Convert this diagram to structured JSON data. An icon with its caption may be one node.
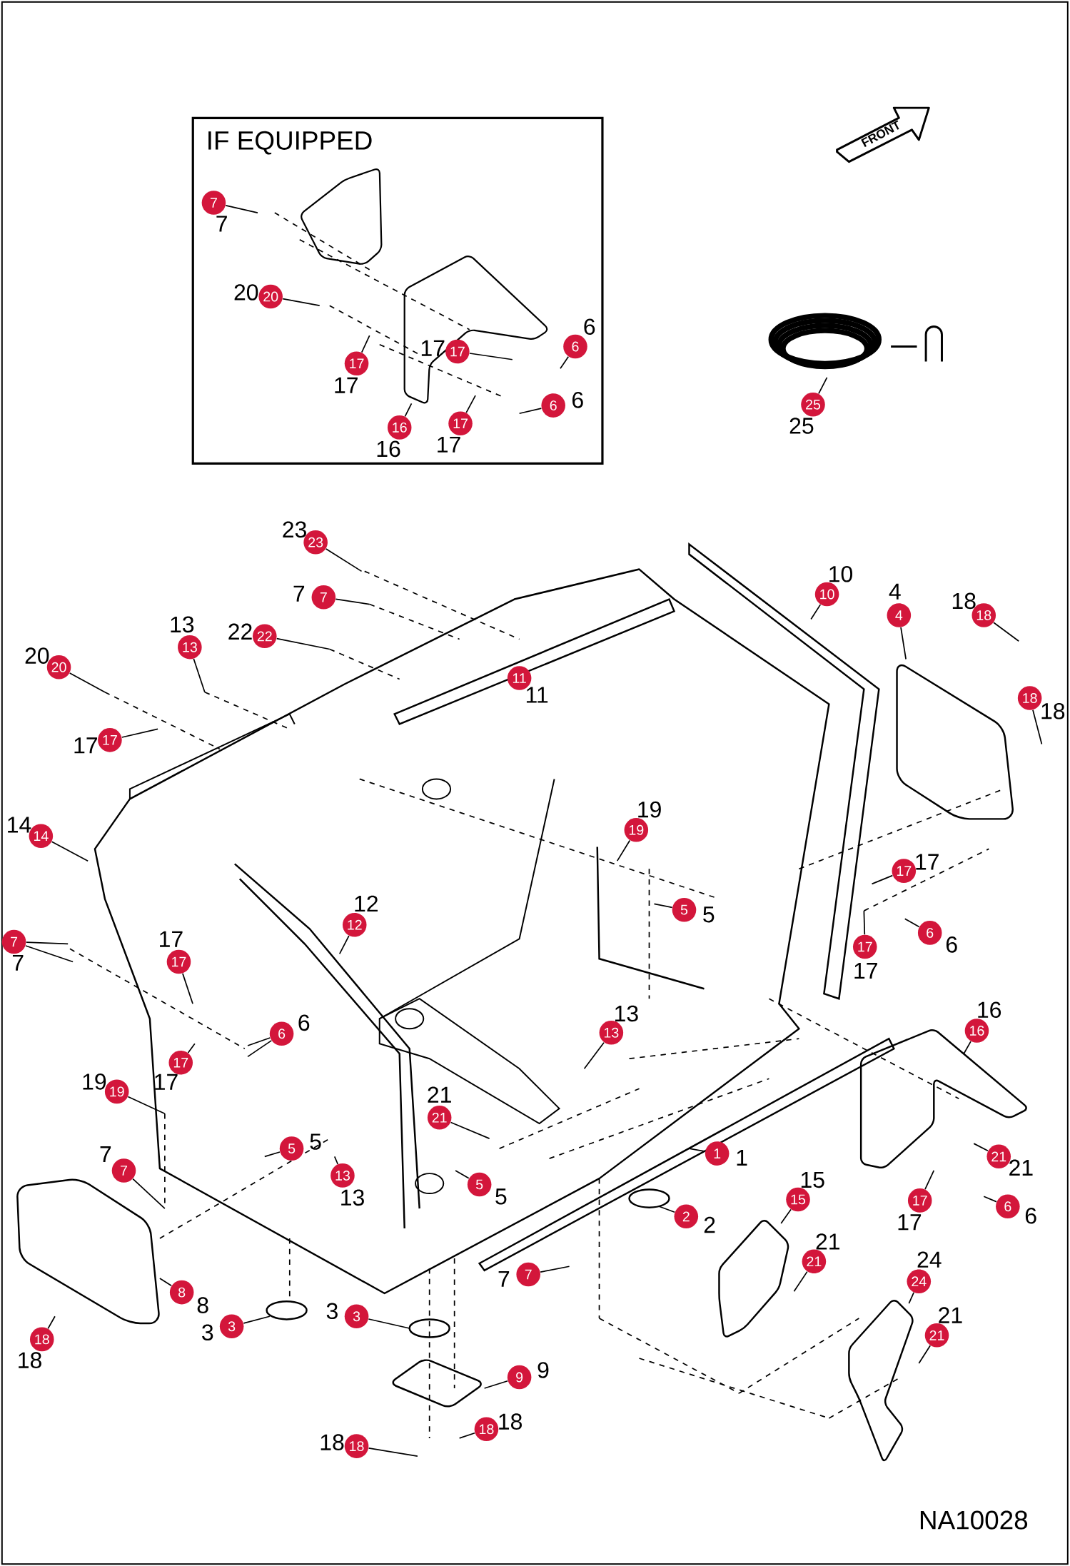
{
  "diagram": {
    "nodes": [
      {
        "text": [
          "IF EQUIPPED"
        ]
      },
      {
        "text": [
          "7"
        ],
        "beside": [
          "7"
        ],
        "in": 0
      },
      {
        "text": [
          "20"
        ],
        "beside": [
          "20"
        ],
        "in": 0
      },
      {
        "text": [
          "17"
        ],
        "beside": [
          "17"
        ],
        "in": 0
      },
      {
        "text": [
          "17"
        ],
        "beside": [
          "17"
        ],
        "in": 0
      },
      {
        "text": [
          "6"
        ],
        "beside": [
          "6"
        ],
        "in": 0
      },
      {
        "text": [
          "16"
        ],
        "beside": [
          "16"
        ],
        "in": 0
      },
      {
        "text": [
          "17"
        ],
        "beside": [
          "17"
        ],
        "in": 0
      },
      {
        "text": [
          "6"
        ],
        "beside": [
          "6"
        ],
        "in": 0
      },
      {
        "text": [
          "25"
        ],
        "beside": [
          "25"
        ]
      },
      {
        "text": [
          "23"
        ],
        "beside": [
          "23"
        ]
      },
      {
        "text": [
          "7"
        ],
        "beside": [
          "7"
        ]
      },
      {
        "text": [
          "22"
        ],
        "beside": [
          "22"
        ]
      },
      {
        "text": [
          "13"
        ],
        "beside": [
          "13"
        ]
      },
      {
        "text": [
          "20"
        ],
        "beside": [
          "20"
        ]
      },
      {
        "text": [
          "11"
        ],
        "beside": [
          "11"
        ]
      },
      {
        "text": [
          "10"
        ],
        "beside": [
          "10"
        ]
      },
      {
        "text": [
          "4"
        ],
        "beside": [
          "4"
        ]
      },
      {
        "text": [
          "18"
        ],
        "beside": [
          "18"
        ]
      },
      {
        "text": [
          "18"
        ],
        "beside": [
          "18"
        ]
      },
      {
        "text": [
          "17"
        ],
        "beside": [
          "17"
        ]
      },
      {
        "text": [
          "14"
        ],
        "beside": [
          "14"
        ]
      },
      {
        "text": [
          "19"
        ],
        "beside": [
          "19"
        ]
      },
      {
        "text": [
          "7"
        ],
        "beside": [
          "7"
        ]
      },
      {
        "text": [
          "12"
        ],
        "beside": [
          "12"
        ]
      },
      {
        "text": [
          "17"
        ],
        "beside": [
          "17"
        ]
      },
      {
        "text": [
          "17"
        ],
        "beside": [
          "17"
        ]
      },
      {
        "text": [
          "5"
        ],
        "beside": [
          "5"
        ]
      },
      {
        "text": [
          "6"
        ],
        "beside": [
          "6"
        ]
      },
      {
        "text": [
          "17"
        ],
        "beside": [
          "17"
        ]
      },
      {
        "text": [
          "16"
        ],
        "beside": [
          "16"
        ]
      },
      {
        "text": [
          "6"
        ],
        "beside": [
          "6"
        ]
      },
      {
        "text": [
          "13"
        ],
        "beside": [
          "13"
        ]
      },
      {
        "text": [
          "17"
        ],
        "beside": [
          "17"
        ]
      },
      {
        "text": [
          "19"
        ],
        "beside": [
          "19"
        ]
      },
      {
        "text": [
          "21"
        ],
        "beside": [
          "21"
        ]
      },
      {
        "text": [
          "5"
        ],
        "beside": [
          "5"
        ]
      },
      {
        "text": [
          "1"
        ],
        "beside": [
          "1"
        ]
      },
      {
        "text": [
          "21"
        ],
        "beside": [
          "21"
        ]
      },
      {
        "text": [
          "13"
        ],
        "beside": [
          "13"
        ]
      },
      {
        "text": [
          "7"
        ],
        "beside": [
          "7"
        ]
      },
      {
        "text": [
          "5"
        ],
        "beside": [
          "5"
        ]
      },
      {
        "text": [
          "15"
        ],
        "beside": [
          "15"
        ]
      },
      {
        "text": [
          "2"
        ],
        "beside": [
          "2"
        ]
      },
      {
        "text": [
          "17"
        ],
        "beside": [
          "17"
        ]
      },
      {
        "text": [
          "6"
        ],
        "beside": [
          "6"
        ]
      },
      {
        "text": [
          "21"
        ],
        "beside": [
          "21"
        ]
      },
      {
        "text": [
          "7"
        ],
        "beside": [
          "7"
        ]
      },
      {
        "text": [
          "8"
        ],
        "beside": [
          "8"
        ]
      },
      {
        "text": [
          "24"
        ],
        "beside": [
          "24"
        ]
      },
      {
        "text": [
          "3"
        ],
        "beside": [
          "3"
        ]
      },
      {
        "text": [
          "3"
        ],
        "beside": [
          "3"
        ]
      },
      {
        "text": [
          "21"
        ],
        "beside": [
          "21"
        ]
      },
      {
        "text": [
          "18"
        ],
        "beside": [
          "18"
        ]
      },
      {
        "text": [
          "9"
        ],
        "beside": [
          "9"
        ]
      },
      {
        "text": [
          "18"
        ],
        "beside": [
          "18"
        ]
      },
      {
        "text": [
          "18"
        ],
        "beside": [
          "18"
        ]
      }
    ],
    "edges": [
      {
        "from": 1,
        "to": null,
        "arrow": "none"
      },
      {
        "from": 2,
        "to": null,
        "arrow": "none"
      },
      {
        "from": 3,
        "to": null,
        "arrow": "none"
      },
      {
        "from": 4,
        "to": null,
        "arrow": "none"
      },
      {
        "from": 5,
        "to": null,
        "arrow": "none"
      },
      {
        "from": 6,
        "to": null,
        "arrow": "none"
      },
      {
        "from": 7,
        "to": null,
        "arrow": "none"
      },
      {
        "from": 8,
        "to": null,
        "arrow": "none"
      },
      {
        "from": 9,
        "to": null,
        "arrow": "none"
      },
      {
        "from": 10,
        "to": null,
        "arrow": "none"
      },
      {
        "from": 11,
        "to": null,
        "arrow": "none"
      },
      {
        "from": 12,
        "to": null,
        "arrow": "none"
      },
      {
        "from": 13,
        "to": null,
        "arrow": "none"
      },
      {
        "from": 14,
        "to": null,
        "arrow": "none"
      },
      {
        "from": 16,
        "to": null,
        "arrow": "none"
      },
      {
        "from": 17,
        "to": null,
        "arrow": "none"
      },
      {
        "from": 18,
        "to": null,
        "arrow": "none"
      },
      {
        "from": 19,
        "to": null,
        "arrow": "none"
      },
      {
        "from": 20,
        "to": null,
        "arrow": "none"
      },
      {
        "from": 21,
        "to": null,
        "arrow": "none"
      },
      {
        "from": 22,
        "to": null,
        "arrow": "none"
      },
      {
        "from": 23,
        "to": null,
        "arrow": "none"
      },
      {
        "from": 23,
        "to": null,
        "arrow": "none"
      },
      {
        "from": 24,
        "to": null,
        "arrow": "none"
      },
      {
        "from": 25,
        "to": null,
        "arrow": "none"
      },
      {
        "from": 26,
        "to": null,
        "arrow": "none"
      },
      {
        "from": 27,
        "to": null,
        "arrow": "none"
      },
      {
        "from": 28,
        "to": null,
        "arrow": "none"
      },
      {
        "from": 29,
        "to": null,
        "arrow": "none"
      },
      {
        "from": 30,
        "to": null,
        "arrow": "none"
      },
      {
        "from": 31,
        "to": null,
        "arrow": "none"
      },
      {
        "from": 31,
        "to": null,
        "arrow": "none"
      },
      {
        "from": 32,
        "to": null,
        "arrow": "none"
      },
      {
        "from": 33,
        "to": null,
        "arrow": "none"
      },
      {
        "from": 34,
        "to": null,
        "arrow": "none"
      },
      {
        "from": 35,
        "to": null,
        "arrow": "none"
      },
      {
        "from": 36,
        "to": null,
        "arrow": "none"
      },
      {
        "from": 37,
        "to": null,
        "arrow": "none"
      },
      {
        "from": 38,
        "to": null,
        "arrow": "none"
      },
      {
        "from": 39,
        "to": null,
        "arrow": "none"
      },
      {
        "from": 40,
        "to": null,
        "arrow": "none"
      },
      {
        "from": 41,
        "to": null,
        "arrow": "none"
      },
      {
        "from": 42,
        "to": null,
        "arrow": "none"
      },
      {
        "from": 43,
        "to": null,
        "arrow": "none"
      },
      {
        "from": 44,
        "to": null,
        "arrow": "none"
      },
      {
        "from": 45,
        "to": null,
        "arrow": "none"
      },
      {
        "from": 46,
        "to": null,
        "arrow": "none"
      },
      {
        "from": 47,
        "to": null,
        "arrow": "none"
      },
      {
        "from": 48,
        "to": null,
        "arrow": "none"
      },
      {
        "from": 49,
        "to": null,
        "arrow": "none"
      },
      {
        "from": 50,
        "to": null,
        "arrow": "none"
      },
      {
        "from": 51,
        "to": null,
        "arrow": "none"
      },
      {
        "from": 52,
        "to": null,
        "arrow": "none"
      },
      {
        "from": 53,
        "to": null,
        "arrow": "none"
      },
      {
        "from": 54,
        "to": null,
        "arrow": "none"
      },
      {
        "from": 55,
        "to": null,
        "arrow": "none"
      },
      {
        "from": 56,
        "to": null,
        "arrow": "none"
      }
    ],
    "labels": [
      "FRONT",
      "NA10028"
    ]
  }
}
